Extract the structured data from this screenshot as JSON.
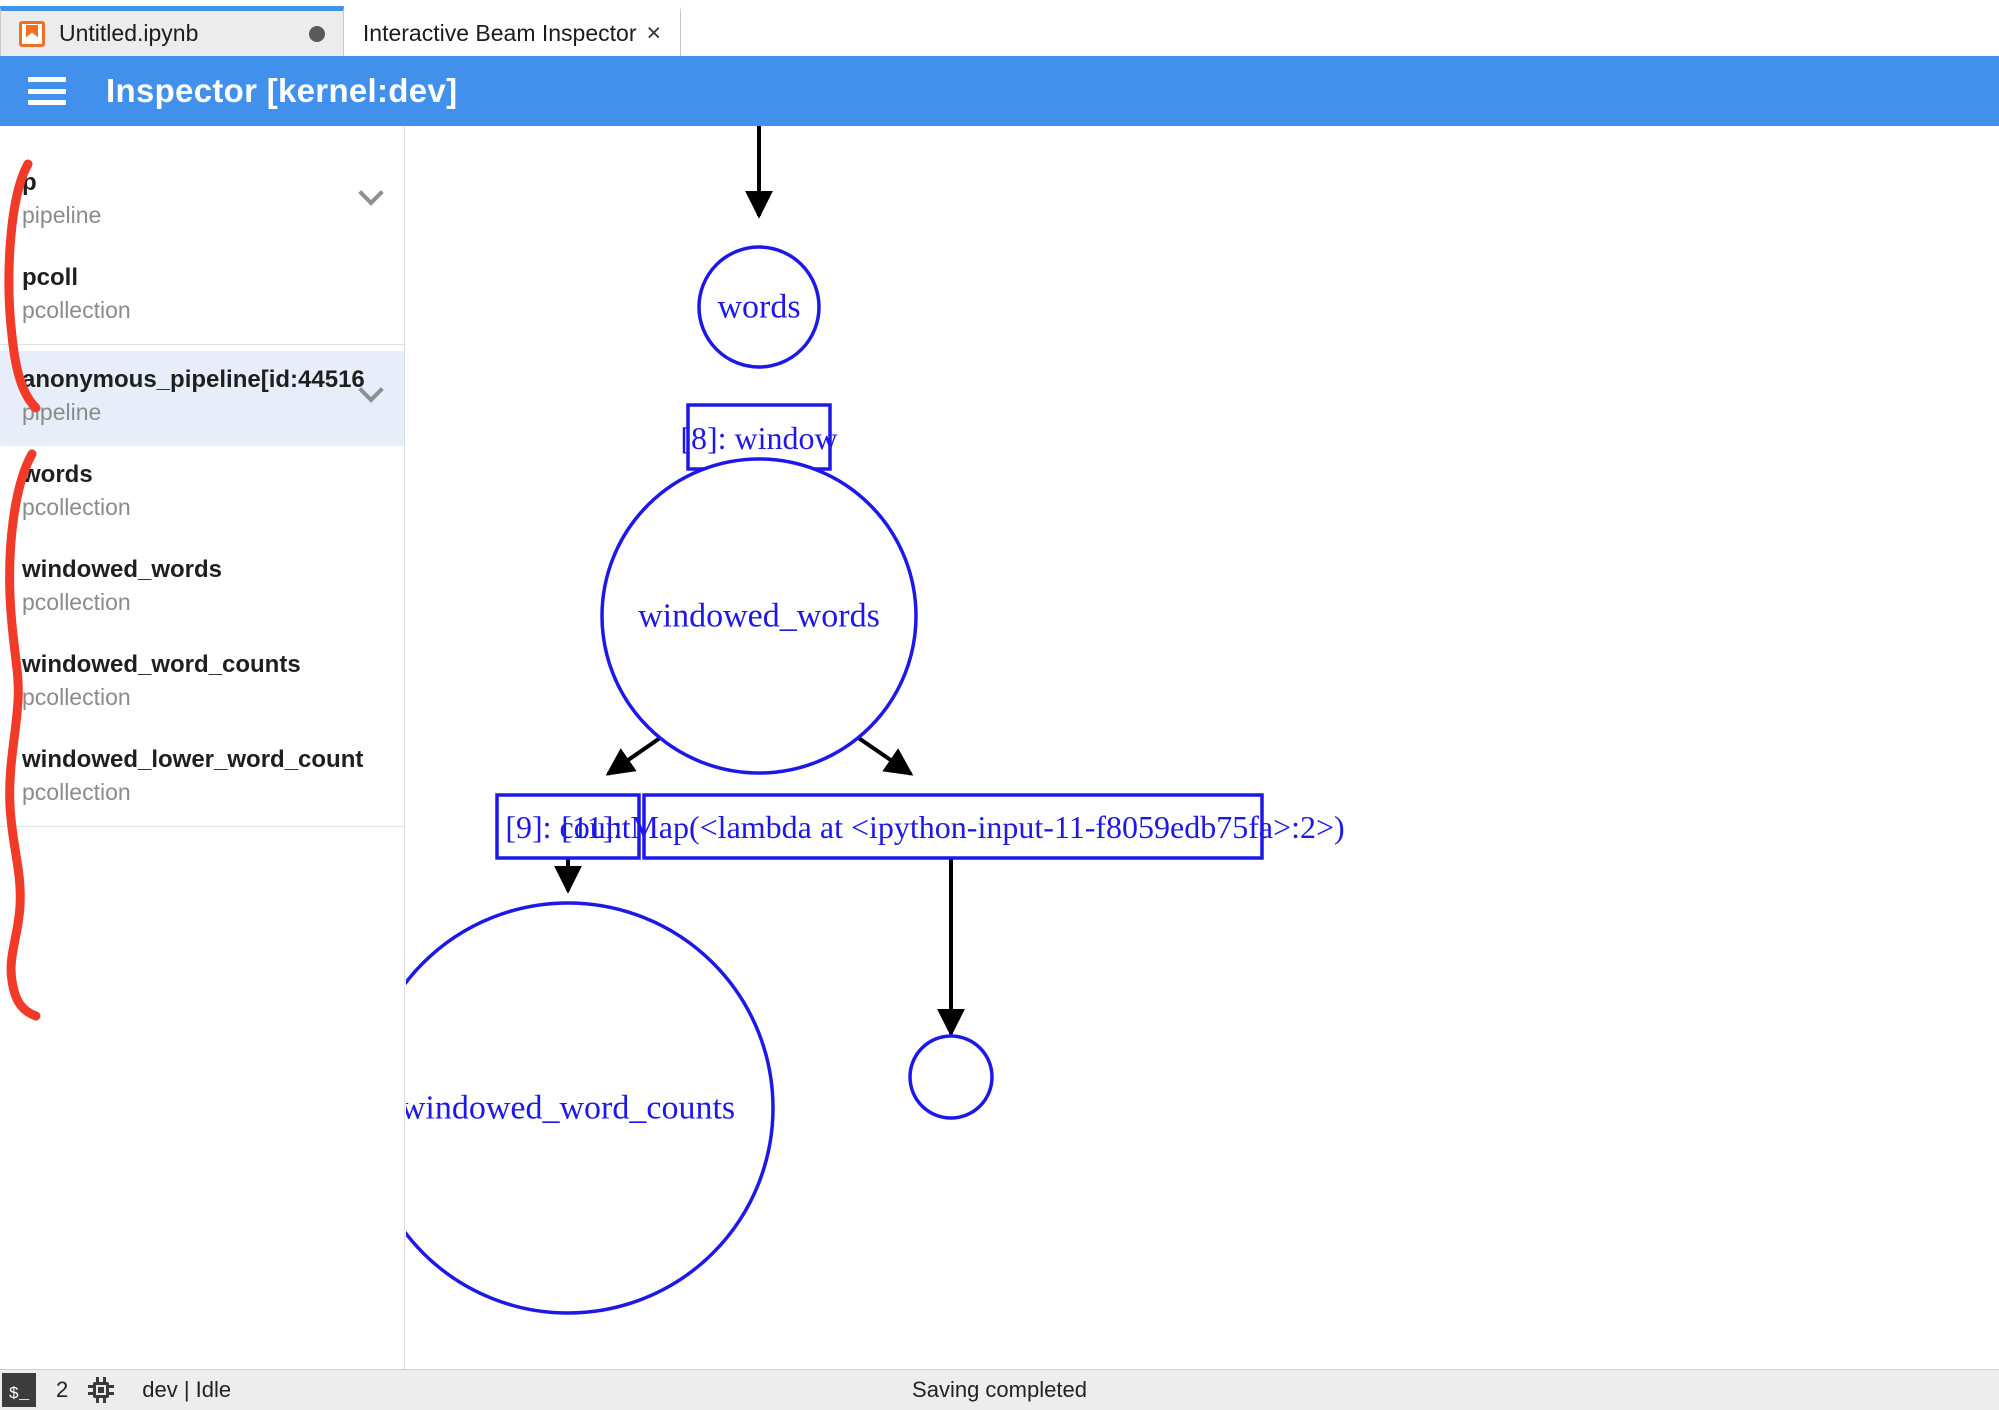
{
  "tabs": [
    {
      "label": "Untitled.ipynb",
      "icon": "notebook-icon",
      "state": "unsaved-dot",
      "active": false
    },
    {
      "label": "Interactive Beam Inspector",
      "close": "×",
      "active": true
    }
  ],
  "header": {
    "menu_icon": "hamburger-menu-icon",
    "title": "Inspector [kernel:dev]",
    "accent_color": "#4191ec"
  },
  "sidebar": {
    "selected_highlight_color": "#e8eef9",
    "annotation_color": "#f23a28",
    "groups": [
      {
        "items": [
          {
            "name": "p",
            "kind": "pipeline",
            "chevron": "chevron-down-icon",
            "selected": false
          },
          {
            "name": "pcoll",
            "kind": "pcollection",
            "chevron": null,
            "selected": false
          }
        ]
      },
      {
        "items": [
          {
            "name": "anonymous_pipeline[id:44516…",
            "kind": "pipeline",
            "chevron": "chevron-down-icon",
            "selected": true
          },
          {
            "name": "words",
            "kind": "pcollection",
            "chevron": null,
            "selected": false
          },
          {
            "name": "windowed_words",
            "kind": "pcollection",
            "chevron": null,
            "selected": false
          },
          {
            "name": "windowed_word_counts",
            "kind": "pcollection",
            "chevron": null,
            "selected": false
          },
          {
            "name": "windowed_lower_word_counts",
            "kind": "pcollection",
            "chevron": null,
            "selected": false
          }
        ]
      }
    ]
  },
  "graph": {
    "node_color": "#1d18e8",
    "edge_color": "#000000",
    "nodes": {
      "words": "words",
      "window": "[8]: window",
      "windowed_words": "windowed_words",
      "count": "[9]: count",
      "map_lambda": "[11]: Map(<lambda at <ipython-input-11-f8059edb75fa>:2>)",
      "windowed_word_counts": "windowed_word_counts",
      "unnamed_small": ""
    }
  },
  "statusbar": {
    "terminal_icon": "terminal-icon",
    "terminal_glyph": "$_",
    "count": "2",
    "kernel_icon": "cpu-chip-icon",
    "kernel_status": "dev | Idle",
    "save_status": "Saving completed"
  }
}
